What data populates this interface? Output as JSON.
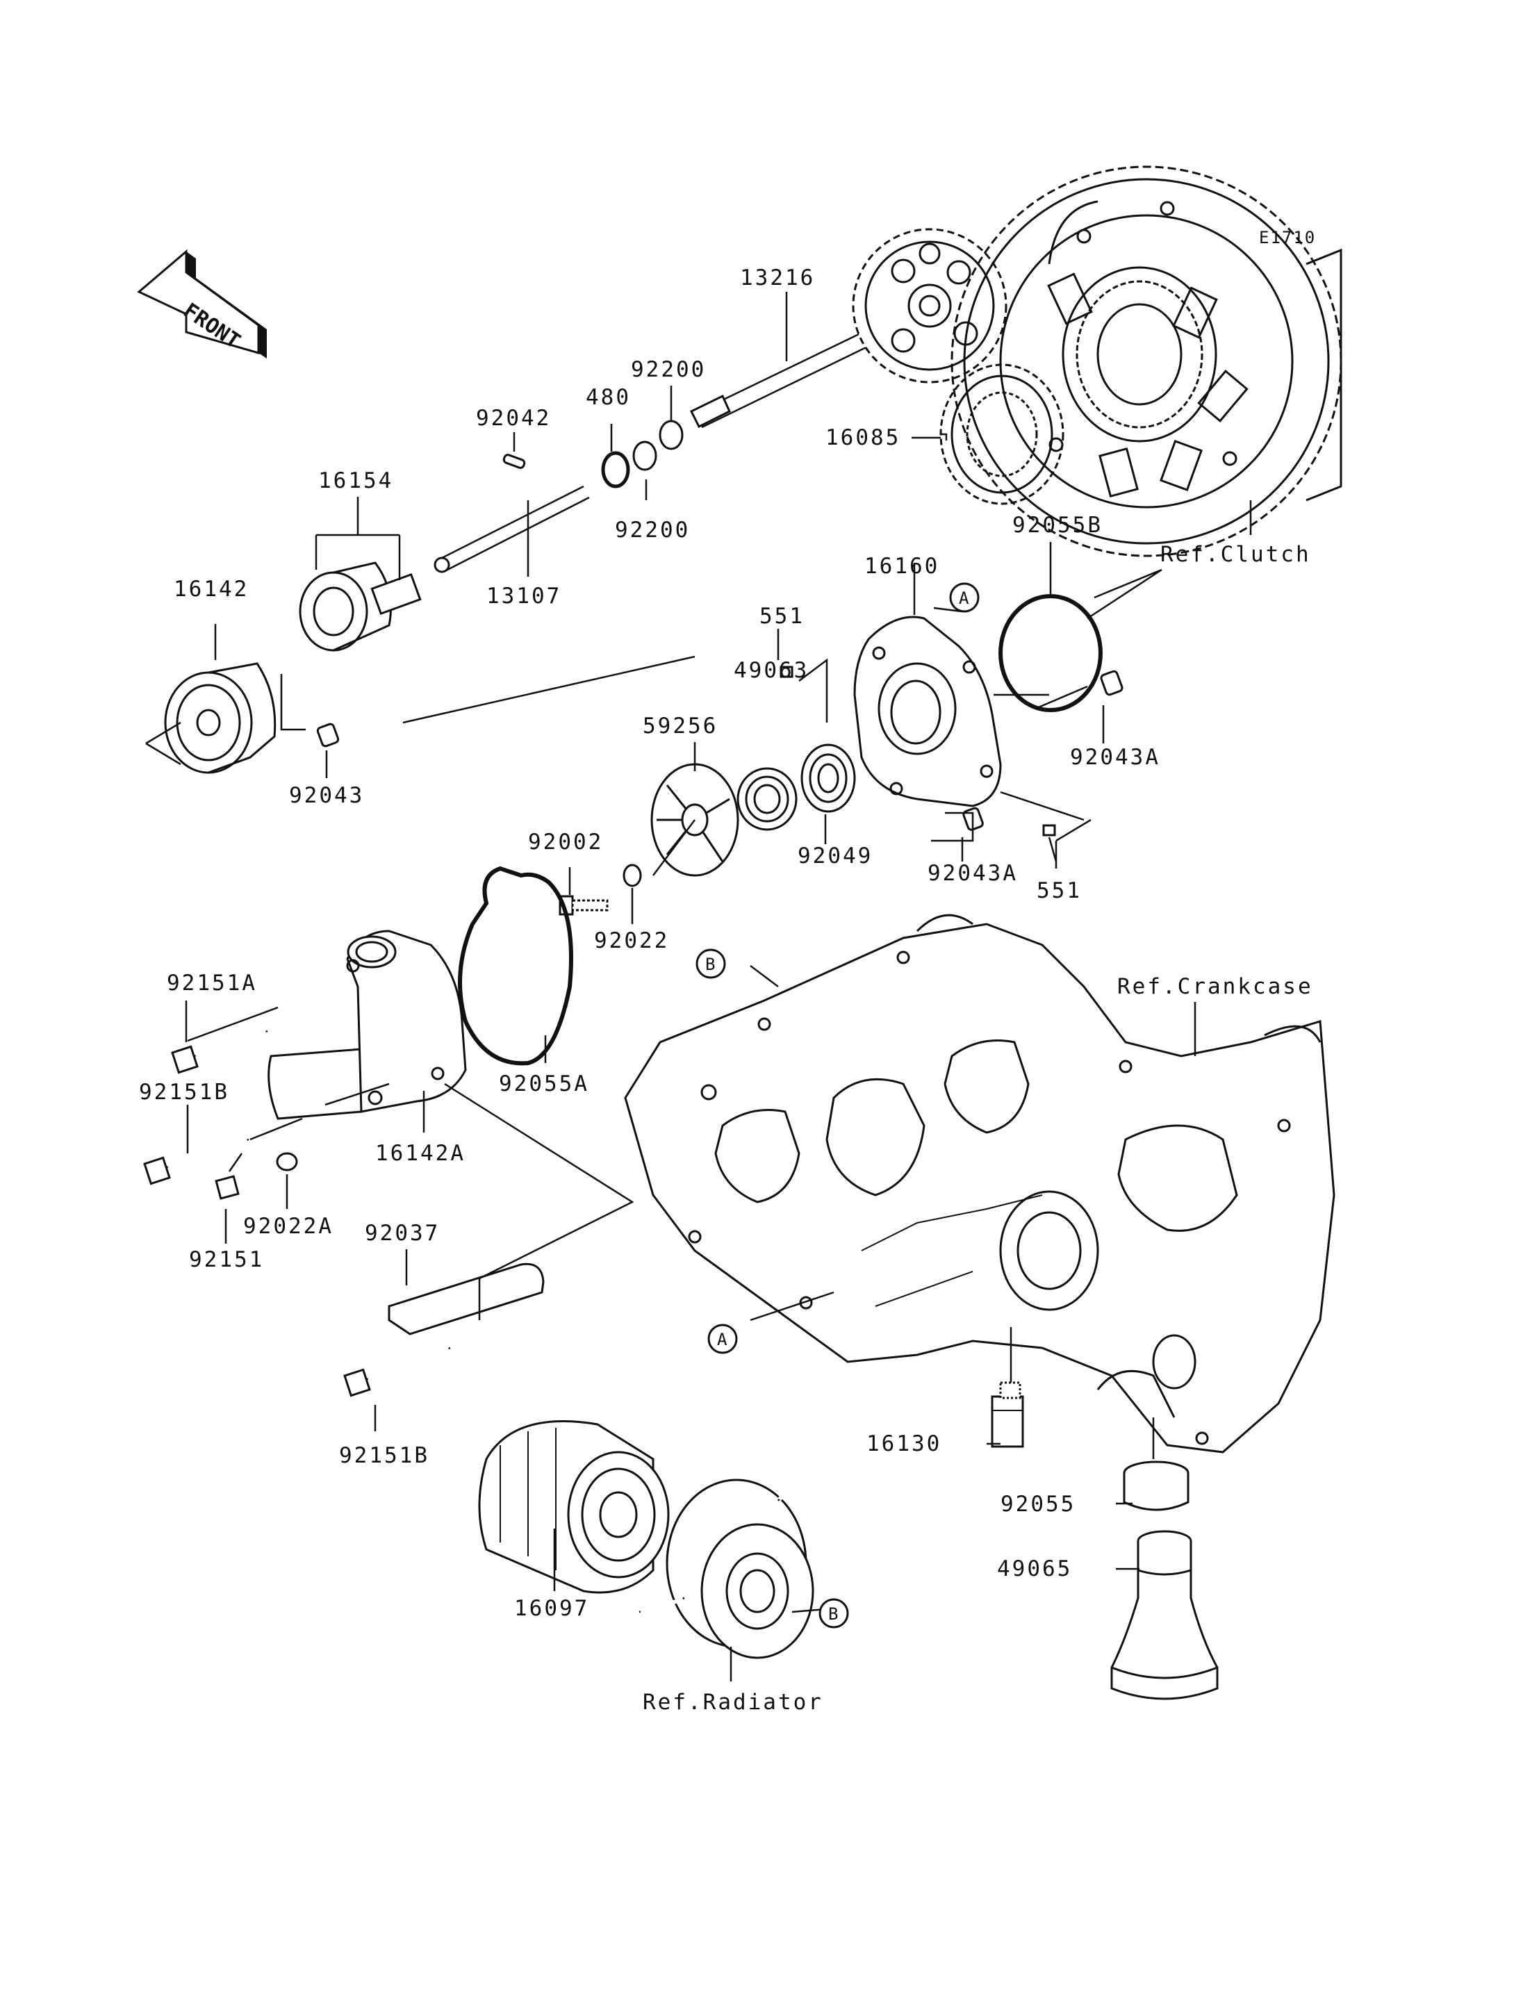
{
  "diagram": {
    "code": "E1710",
    "front_arrow": "FRONT",
    "labels": [
      {
        "id": "13216",
        "text": "13216"
      },
      {
        "id": "92200a",
        "text": "92200"
      },
      {
        "id": "480",
        "text": "480"
      },
      {
        "id": "92042",
        "text": "92042"
      },
      {
        "id": "92200b",
        "text": "92200"
      },
      {
        "id": "16154",
        "text": "16154"
      },
      {
        "id": "13107",
        "text": "13107"
      },
      {
        "id": "16142",
        "text": "16142"
      },
      {
        "id": "92043",
        "text": "92043"
      },
      {
        "id": "16085",
        "text": "16085"
      },
      {
        "id": "92055B",
        "text": "92055B"
      },
      {
        "id": "ref_clutch",
        "text": "Ref.Clutch"
      },
      {
        "id": "16160",
        "text": "16160"
      },
      {
        "id": "551a",
        "text": "551"
      },
      {
        "id": "49063",
        "text": "49063"
      },
      {
        "id": "59256",
        "text": "59256"
      },
      {
        "id": "92043A_a",
        "text": "92043A"
      },
      {
        "id": "92049",
        "text": "92049"
      },
      {
        "id": "92043A_b",
        "text": "92043A"
      },
      {
        "id": "551b",
        "text": "551"
      },
      {
        "id": "92002",
        "text": "92002"
      },
      {
        "id": "92022",
        "text": "92022"
      },
      {
        "id": "92151A",
        "text": "92151A"
      },
      {
        "id": "92055A",
        "text": "92055A"
      },
      {
        "id": "ref_crankcase",
        "text": "Ref.Crankcase"
      },
      {
        "id": "92151B_a",
        "text": "92151B"
      },
      {
        "id": "16142A",
        "text": "16142A"
      },
      {
        "id": "92022A",
        "text": "92022A"
      },
      {
        "id": "92151",
        "text": "92151"
      },
      {
        "id": "92037",
        "text": "92037"
      },
      {
        "id": "92151B_b",
        "text": "92151B"
      },
      {
        "id": "16130",
        "text": "16130"
      },
      {
        "id": "92055",
        "text": "92055"
      },
      {
        "id": "49065",
        "text": "49065"
      },
      {
        "id": "16097",
        "text": "16097"
      },
      {
        "id": "ref_radiator",
        "text": "Ref.Radiator"
      }
    ],
    "markers": [
      {
        "id": "A1",
        "text": "A"
      },
      {
        "id": "B1",
        "text": "B"
      },
      {
        "id": "A2",
        "text": "A"
      },
      {
        "id": "B2",
        "text": "B"
      }
    ]
  }
}
